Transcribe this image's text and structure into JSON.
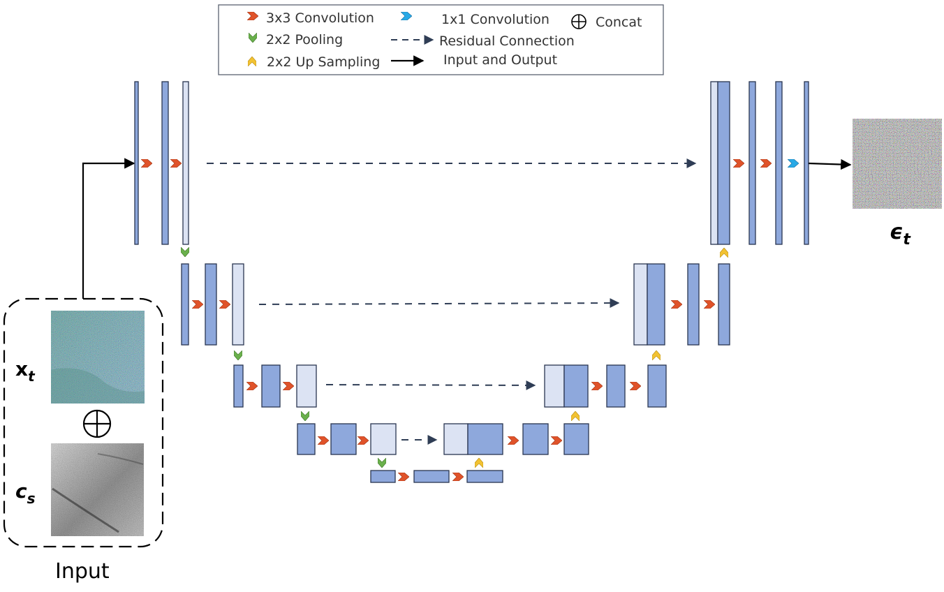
{
  "legend": {
    "conv3": "3x3 Convolution",
    "conv1": "1x1 Convolution",
    "concat": "Concat",
    "pool": "2x2 Pooling",
    "residual": "Residual Connection",
    "upsample": "2x2 Up Sampling",
    "io": "Input and Output"
  },
  "input": {
    "xt_main": "x",
    "xt_sub": "t",
    "cs_main": "c",
    "cs_sub": "s",
    "caption": "Input"
  },
  "output": {
    "eps_main": "ϵ",
    "eps_sub": "t"
  },
  "colors": {
    "block_fill": "#8ea8dc",
    "block_light": "#dce3f3",
    "block_stroke": "#2a3550",
    "conv3": "#e0532a",
    "conv1": "#28a9e6",
    "pool": "#6ab04c",
    "upsample": "#f2c232",
    "connection": "#2f3d55"
  }
}
